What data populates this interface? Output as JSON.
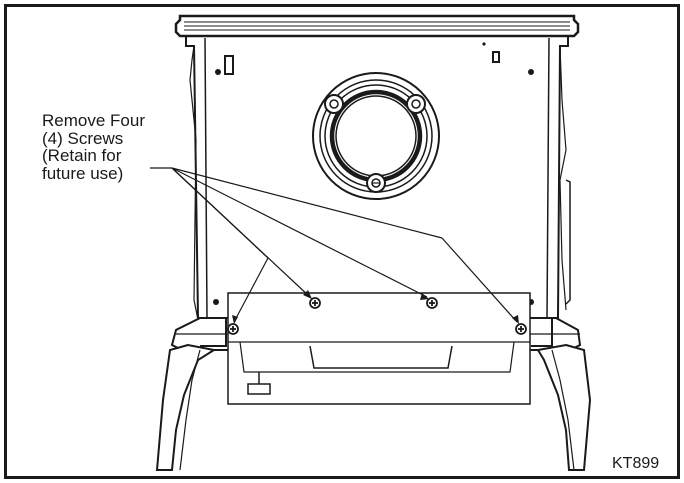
{
  "figure": {
    "callout_lines": [
      "Remove Four",
      "(4) Screws",
      "(Retain for",
      "future use)"
    ],
    "figure_id": "KT899"
  },
  "colors": {
    "line": "#1a1a1a",
    "background": "#ffffff"
  },
  "icons": [
    "screw-icon",
    "stove-leg-icon",
    "flue-collar-icon"
  ]
}
